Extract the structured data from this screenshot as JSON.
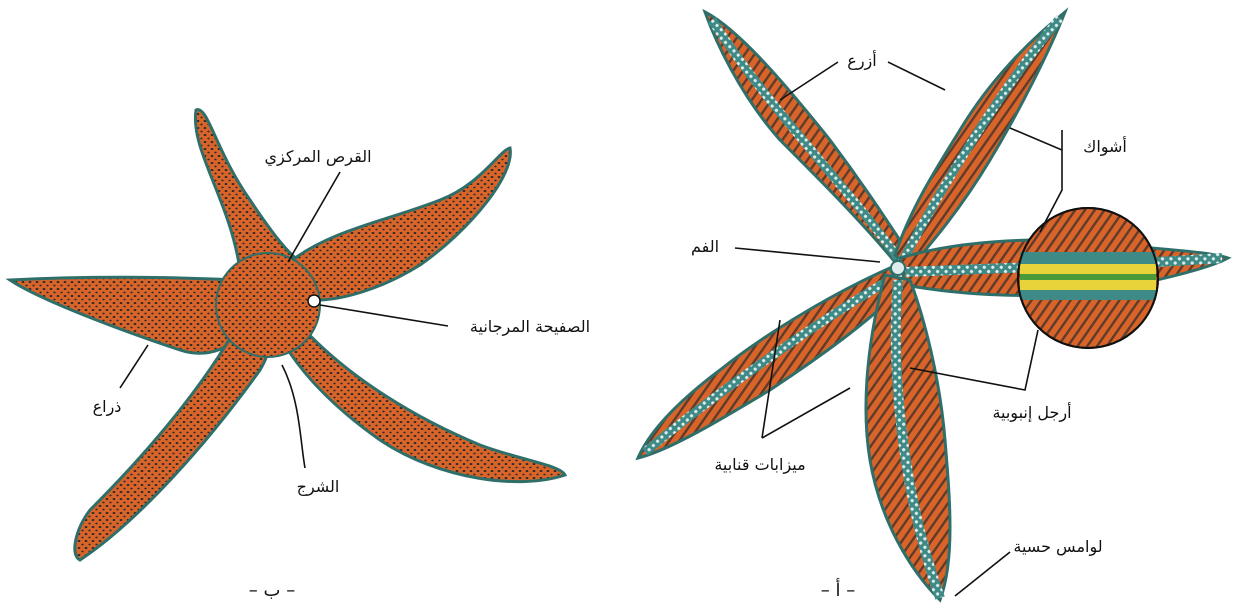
{
  "figure_a": {
    "caption": "– أ –",
    "labels": {
      "arms": "أزرع",
      "spines": "أشواك",
      "mouth": "الفم",
      "tube_feet": "أرجل إنبوبية",
      "ambulacral_grooves": "ميزابات قنابية",
      "sensory_tentacles": "لوامس حسية"
    }
  },
  "figure_b": {
    "caption": "– ب –",
    "labels": {
      "central_disc": "القرص المركزي",
      "madreporite": "الصفيحة المرجانية",
      "arm": "ذراع",
      "anus": "الشرج"
    }
  },
  "colors": {
    "body_orange": "#d9642a",
    "dots": "#2a2a2a",
    "edge_teal": "#2f6f6a",
    "groove_teal": "#3d8a86",
    "tube_yellow": "#e8d43a",
    "tube_green": "#4a9a3a"
  }
}
